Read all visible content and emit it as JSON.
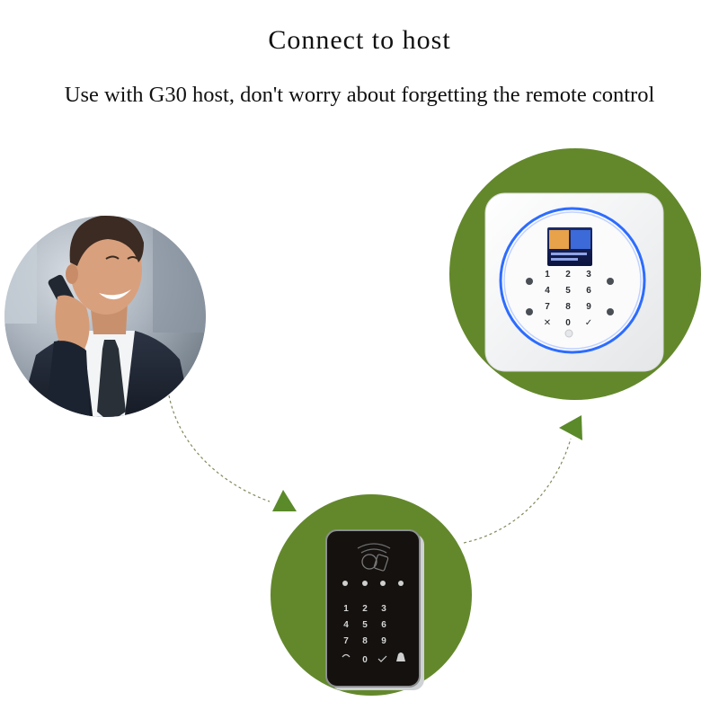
{
  "header": {
    "title": "Connect to host",
    "subtitle": "Use with G30 host, don't worry about forgetting the remote control"
  },
  "colors": {
    "accent_green": "#63882c",
    "arrow_green": "#5b8a2a",
    "ring_blue": "#2d6cff",
    "keypad_body": "#14110f"
  },
  "illustrations": {
    "caller": "person-on-phone-photo",
    "host": "g30-host-panel-photo",
    "keypad": "rfid-keypad-photo"
  },
  "host_panel": {
    "keys": [
      "1",
      "2",
      "3",
      "4",
      "5",
      "6",
      "7",
      "8",
      "9",
      "✕",
      "0",
      "✓"
    ]
  },
  "keypad": {
    "keys": [
      "1",
      "2",
      "3",
      "4",
      "5",
      "6",
      "7",
      "8",
      "9",
      "0"
    ]
  }
}
